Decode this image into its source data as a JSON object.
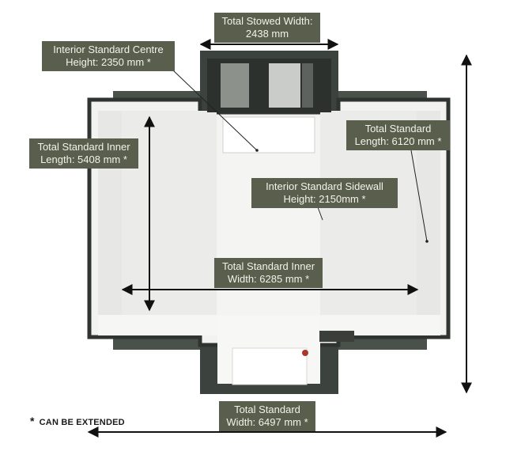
{
  "labels": {
    "stowed_width": {
      "line1": "Total Stowed Width:",
      "line2": "2438 mm"
    },
    "centre_height": {
      "line1": "Interior Standard Centre",
      "line2": "Height: 2350 mm *"
    },
    "inner_length": {
      "line1": "Total Standard Inner",
      "line2": "Length: 5408 mm *"
    },
    "total_length": {
      "line1": "Total Standard",
      "line2": "Length: 6120 mm *"
    },
    "sidewall_height": {
      "line1": "Interior Standard Sidewall",
      "line2": "Height: 2150mm *"
    },
    "inner_width": {
      "line1": "Total Standard Inner",
      "line2": "Width: 6285 mm *"
    },
    "total_width": {
      "line1": "Total Standard",
      "line2": "Width: 6497 mm *"
    }
  },
  "footnote": {
    "symbol": "*",
    "text": "CAN BE EXTENDED"
  },
  "colors": {
    "label_bg": "#5a5e4c",
    "frame": "#3a3f3a",
    "interior": "#eeeeec"
  }
}
